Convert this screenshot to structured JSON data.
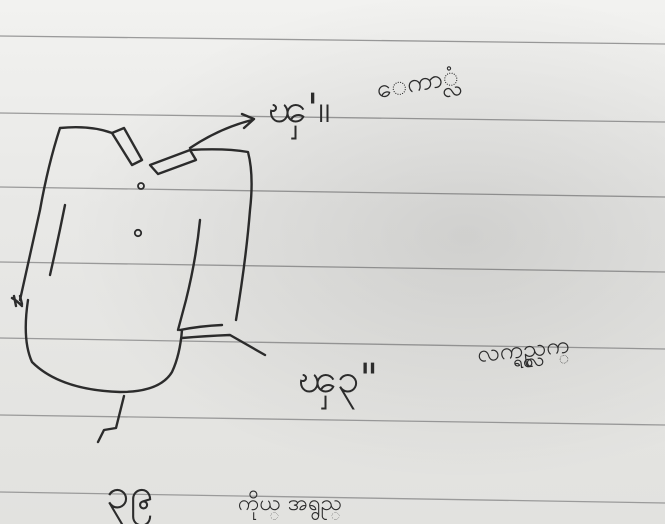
{
  "annotations": {
    "collar_measure": "ၾ'၊၊",
    "collar_word": "ေကာ္လံ",
    "sleeve_measure": "ၾ၃\"",
    "sleeve_word": "လက္ရွည္လက္",
    "length_measure": "၃၉",
    "length_word": "ကိုယ္ အရွည္"
  },
  "colors": {
    "ink": "#2c2c2c",
    "paper": "#ecece9",
    "rule_line": "#9a9a9a"
  }
}
